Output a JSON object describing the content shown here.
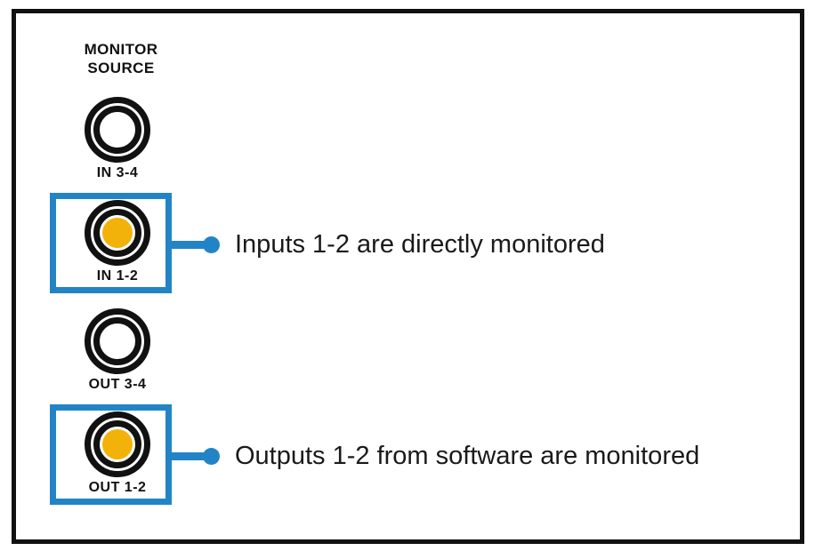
{
  "diagram": {
    "panel": {
      "title": "MONITOR\nSOURCE",
      "leds": [
        {
          "label": "IN 3-4",
          "state": "off",
          "highlighted": false
        },
        {
          "label": "IN 1-2",
          "state": "on",
          "highlighted": true
        },
        {
          "label": "OUT 3-4",
          "state": "off",
          "highlighted": false
        },
        {
          "label": "OUT 1-2",
          "state": "on",
          "highlighted": true
        }
      ]
    },
    "callouts": [
      {
        "target": "IN 1-2",
        "text": "Inputs 1-2 are directly monitored"
      },
      {
        "target": "OUT 1-2",
        "text": "Outputs 1-2 from software are monitored"
      }
    ],
    "colors": {
      "led_on": "#f2b209",
      "led_off": "#ffffff",
      "highlight_blue": "#2284c6",
      "stroke_black": "#111111",
      "background": "#ffffff"
    }
  }
}
